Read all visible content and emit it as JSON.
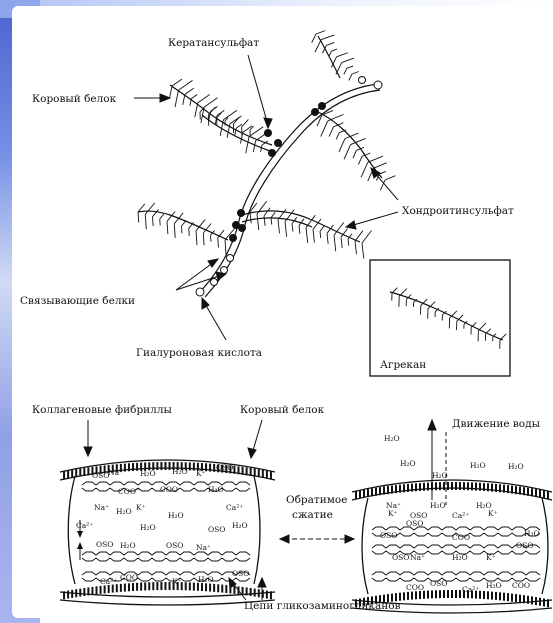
{
  "top_diagram": {
    "labels": {
      "keratan_sulfate": "Кератансульфат",
      "core_protein": "Коровый белок",
      "chondroitin_sulfate": "Хондроитинсульфат",
      "link_proteins": "Связывающие белки",
      "hyaluronic_acid": "Гиалуроновая кислота"
    },
    "inset_label": "Агрекан"
  },
  "bottom_diagram": {
    "labels": {
      "collagen_fibrils": "Коллагеновые фибриллы",
      "core_protein": "Коровый белок",
      "water_movement": "Движение воды",
      "reversible_compression_line1": "Обратимое",
      "reversible_compression_line2": "сжатие",
      "gag_chains": "Цепи гликозаминогликанов"
    },
    "left_chem": [
      "OSO",
      "Na⁺",
      "H₂O",
      "H₂O",
      "K⁺",
      "OSO",
      "COO⁻",
      "COO",
      "H₂O",
      "Na⁺",
      "H₂O",
      "K⁺",
      "H₂O",
      "Ca²⁺",
      "Ca²⁺",
      "H₂O",
      "OSO",
      "H₂O",
      "OSO",
      "H₂O",
      "OSO",
      "Na⁺",
      "Ca²⁺",
      "COO",
      "K⁺",
      "H₂O",
      "OSO"
    ],
    "right_chem": [
      "H₂O",
      "H₂O",
      "H₂O",
      "H₂O",
      "H₂O",
      "Na⁺",
      "H₂O",
      "OSO",
      "H₂O",
      "K⁺",
      "OSO",
      "Ca²⁺",
      "K⁺",
      "OSO",
      "COO",
      "H₂O",
      "OSO",
      "OSO",
      "Na⁺",
      "H₂O",
      "K⁺",
      "COO",
      "Ca²⁺",
      "H₂O",
      "OSO",
      "COO"
    ]
  },
  "colors": {
    "ink": "#111111",
    "left_strip": "#3d5ad4"
  }
}
